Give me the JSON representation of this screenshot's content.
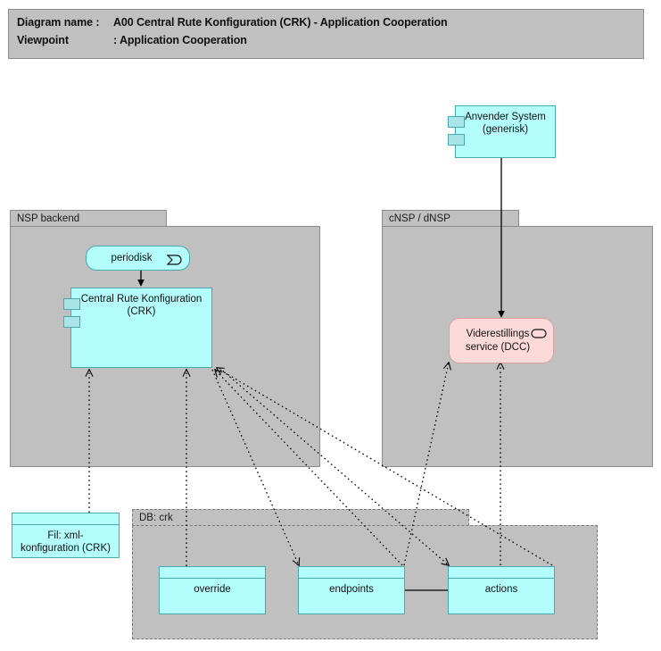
{
  "header": {
    "diagram_name_key": "Diagram name :",
    "diagram_name_value": "A00 Central Rute Konfiguration (CRK) - Application Cooperation",
    "viewpoint_key": "Viewpoint",
    "viewpoint_value": ": Application Cooperation"
  },
  "colors": {
    "group_fill": "#c0c0c0",
    "group_border": "#8c8c8c",
    "application_fill": "#b3fdfd",
    "application_border": "#4aa8b0",
    "service_fill": "#fcdada",
    "service_border": "#d9a0a0",
    "connector": "#000000",
    "canvas": "#ffffff"
  },
  "groups": [
    {
      "id": "nsp-backend",
      "label": "NSP backend",
      "style": "solid"
    },
    {
      "id": "cnsp-dnsp",
      "label": "cNSP / dNSP",
      "style": "solid"
    },
    {
      "id": "db-crk",
      "label": "DB: crk",
      "style": "dashed"
    }
  ],
  "nodes": [
    {
      "id": "anvender-system",
      "label": "Anvender System\n(generisk)",
      "type": "application-component",
      "group": null
    },
    {
      "id": "periodisk",
      "label": "periodisk",
      "type": "application-event",
      "group": "nsp-backend"
    },
    {
      "id": "central-rute-konfiguration",
      "label": "Central Rute Konfiguration\n(CRK)",
      "type": "application-component",
      "group": "nsp-backend"
    },
    {
      "id": "viderestillings-service",
      "label": "Viderestillings\nservice (DCC)",
      "type": "application-service",
      "group": "cnsp-dnsp"
    },
    {
      "id": "fil-xml-konfiguration",
      "label": "Fil: xml-\nkonfiguration (CRK)",
      "type": "data-object",
      "group": null
    },
    {
      "id": "override",
      "label": "override",
      "type": "data-object",
      "group": "db-crk"
    },
    {
      "id": "endpoints",
      "label": "endpoints",
      "type": "data-object",
      "group": "db-crk"
    },
    {
      "id": "actions",
      "label": "actions",
      "type": "data-object",
      "group": "db-crk"
    }
  ],
  "connections": [
    {
      "id": "c1",
      "from": "anvender-system",
      "to": "viderestillings-service",
      "style": "solid",
      "arrow": "filled"
    },
    {
      "id": "c2",
      "from": "periodisk",
      "to": "central-rute-konfiguration",
      "style": "solid",
      "arrow": "filled"
    },
    {
      "id": "c3",
      "from": "fil-xml-konfiguration",
      "to": "central-rute-konfiguration",
      "style": "dotted",
      "arrow": "open"
    },
    {
      "id": "c4",
      "from": "override",
      "to": "central-rute-konfiguration",
      "style": "dotted",
      "arrow": "open"
    },
    {
      "id": "c5",
      "from": "endpoints",
      "to": "central-rute-konfiguration",
      "style": "dotted",
      "arrow": "open"
    },
    {
      "id": "c6",
      "from": "actions",
      "to": "central-rute-konfiguration",
      "style": "dotted",
      "arrow": "open"
    },
    {
      "id": "c7",
      "from": "central-rute-konfiguration",
      "to": "endpoints",
      "style": "dotted",
      "arrow": "open"
    },
    {
      "id": "c8",
      "from": "central-rute-konfiguration",
      "to": "actions",
      "style": "dotted",
      "arrow": "open"
    },
    {
      "id": "c9",
      "from": "endpoints",
      "to": "viderestillings-service",
      "style": "dotted",
      "arrow": "open"
    },
    {
      "id": "c10",
      "from": "actions",
      "to": "viderestillings-service",
      "style": "dotted",
      "arrow": "open"
    },
    {
      "id": "c11",
      "from": "endpoints",
      "to": "actions",
      "style": "solid",
      "arrow": "none"
    }
  ],
  "icons": {
    "application_event": "application-event-icon",
    "application_service": "application-service-icon",
    "application_component": "application-component-icon",
    "data_object": "data-object-icon"
  }
}
